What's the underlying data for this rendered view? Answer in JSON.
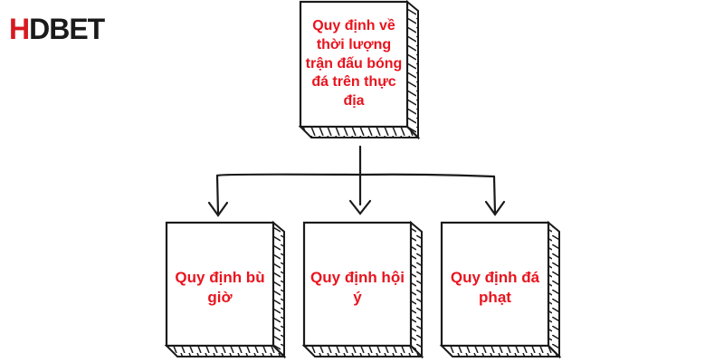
{
  "logo": {
    "part1": "H",
    "part2": "D",
    "part3": "BET"
  },
  "colors": {
    "text_accent": "#e8141e",
    "line": "#1a1a1a"
  },
  "diagram": {
    "root": "Quy định về thời lượng trận đấu bóng đá trên thực địa",
    "children": [
      "Quy định bù giờ",
      "Quy định hội ý",
      "Quy định đá phạt"
    ]
  }
}
